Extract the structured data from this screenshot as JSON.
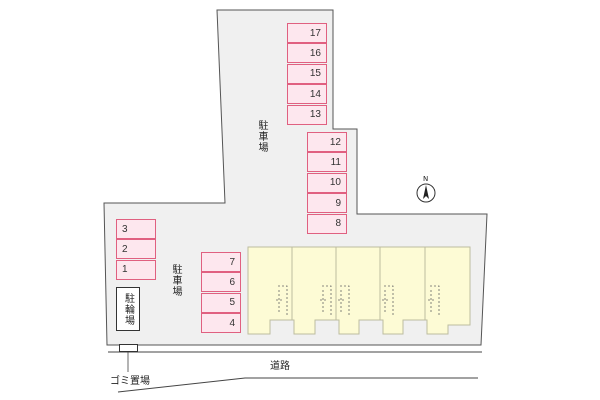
{
  "labels": {
    "parking_top": "駐車場",
    "parking_left": "駐車場",
    "bicycle": "駐輪場",
    "garbage": "ゴミ置場",
    "road": "道路",
    "north": "N"
  },
  "parking_slots": {
    "group_top": [
      "17",
      "16",
      "15",
      "14",
      "13"
    ],
    "group_mid": [
      "12",
      "11",
      "10",
      "9",
      "8"
    ],
    "group_left": [
      "3",
      "2",
      "1"
    ],
    "group_bottom": [
      "7",
      "6",
      "5",
      "4"
    ]
  },
  "colors": {
    "lot_fill": "#f0f0f0",
    "slot_fill": "#fde7ee",
    "slot_border": "#e06080",
    "building_fill": "#fdfbd5",
    "building_border": "#bdbda0"
  },
  "building_units": 5
}
